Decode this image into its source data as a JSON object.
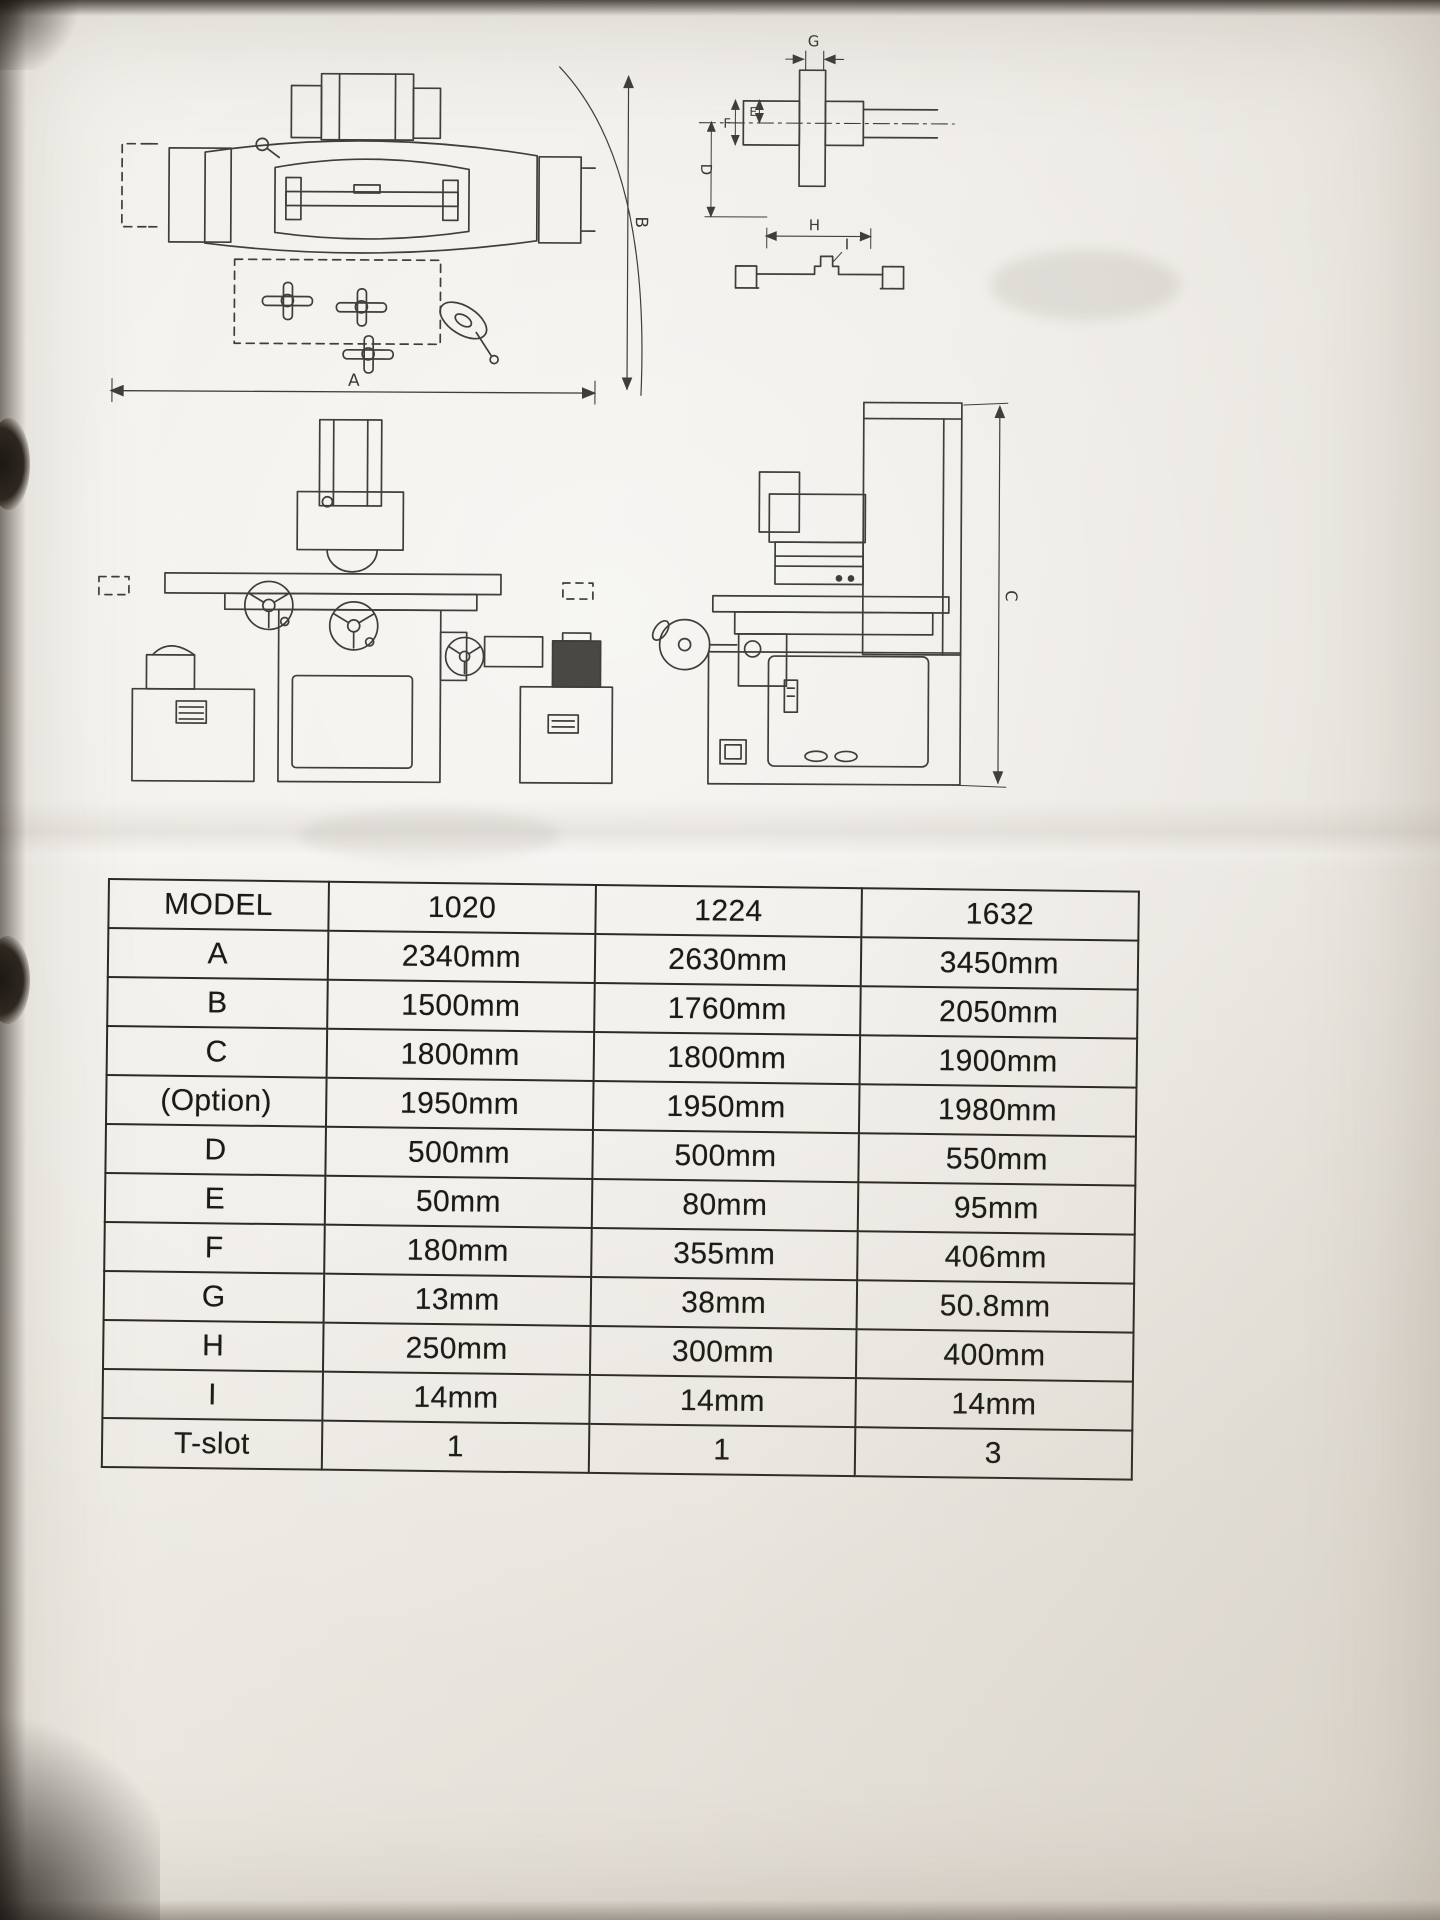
{
  "document": {
    "table": {
      "headers": [
        "MODEL",
        "1020",
        "1224",
        "1632"
      ],
      "rows": [
        {
          "label": "A",
          "values": [
            "2340mm",
            "2630mm",
            "3450mm"
          ]
        },
        {
          "label": "B",
          "values": [
            "1500mm",
            "1760mm",
            "2050mm"
          ]
        },
        {
          "label": "C",
          "values": [
            "1800mm",
            "1800mm",
            "1900mm"
          ]
        },
        {
          "label": "(Option)",
          "values": [
            "1950mm",
            "1950mm",
            "1980mm"
          ]
        },
        {
          "label": "D",
          "values": [
            "500mm",
            "500mm",
            "550mm"
          ]
        },
        {
          "label": "E",
          "values": [
            "50mm",
            "80mm",
            "95mm"
          ]
        },
        {
          "label": "F",
          "values": [
            "180mm",
            "355mm",
            "406mm"
          ]
        },
        {
          "label": "G",
          "values": [
            "13mm",
            "38mm",
            "50.8mm"
          ]
        },
        {
          "label": "H",
          "values": [
            "250mm",
            "300mm",
            "400mm"
          ]
        },
        {
          "label": "I",
          "values": [
            "14mm",
            "14mm",
            "14mm"
          ]
        },
        {
          "label": "T-slot",
          "values": [
            "1",
            "1",
            "3"
          ]
        }
      ]
    },
    "drawings": {
      "labels": {
        "A": "A",
        "B": "B",
        "C": "C",
        "D": "D",
        "E": "E",
        "F": "F",
        "G": "G",
        "H": "H",
        "I": "I"
      }
    },
    "colors": {
      "paper": "#eceae4",
      "ink": "#3f3e3a",
      "table_ink": "#1b1a15"
    }
  }
}
